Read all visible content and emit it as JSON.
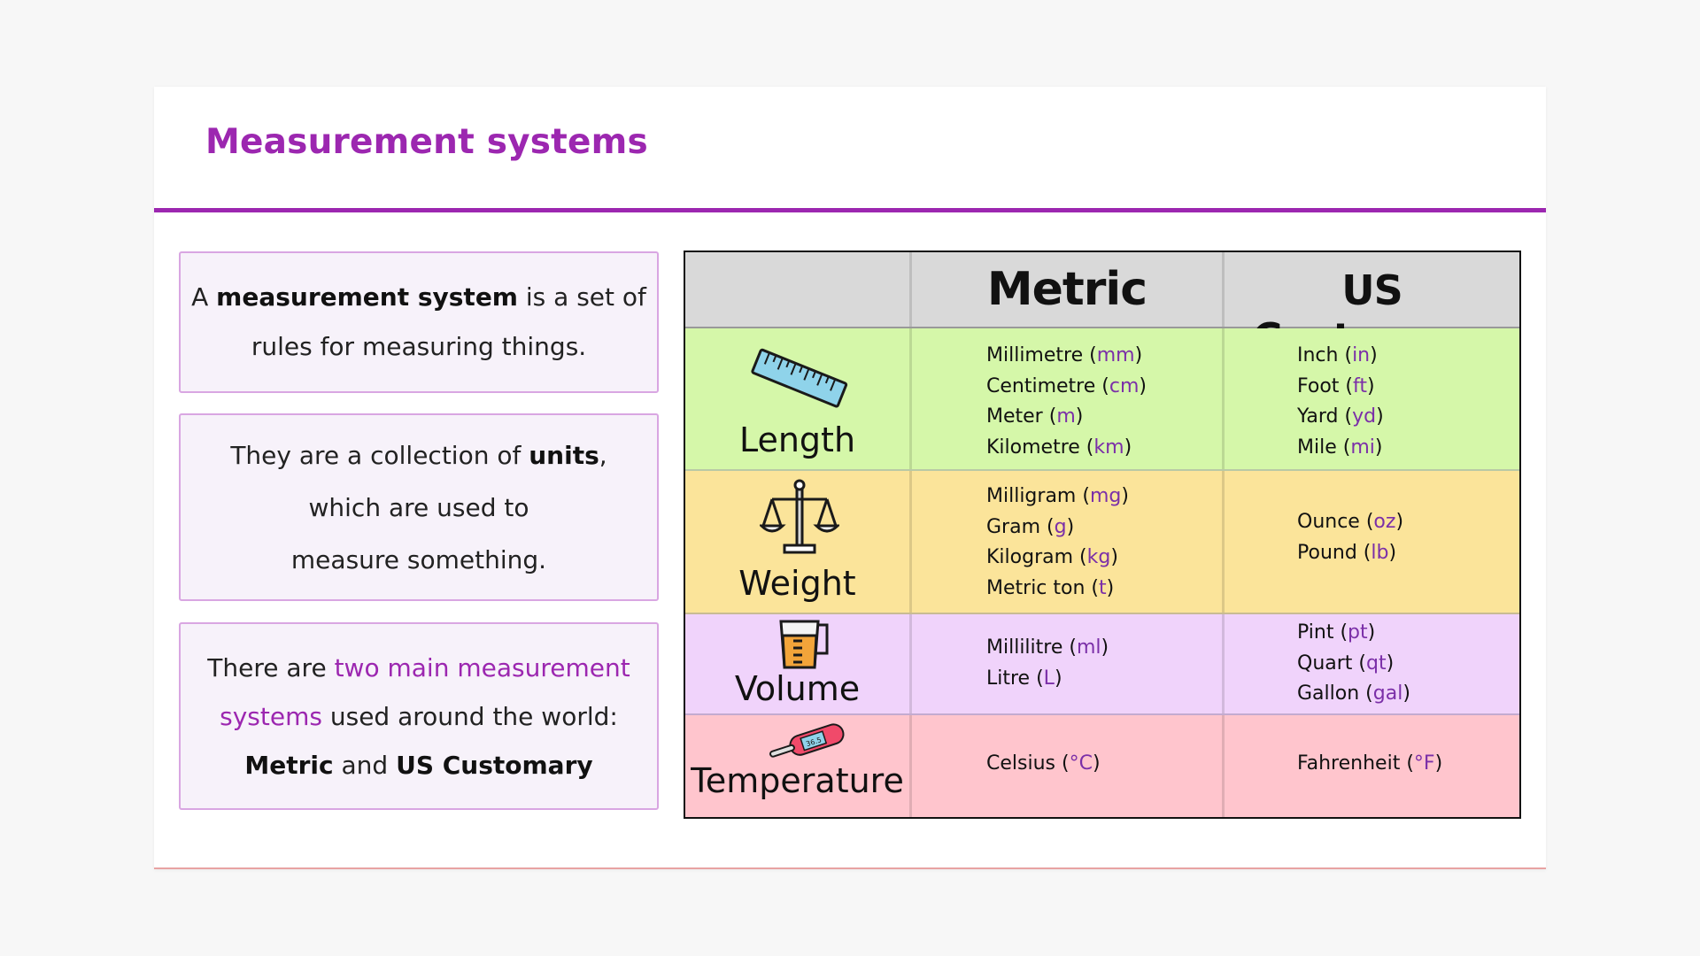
{
  "title": "Measurement systems",
  "boxes": {
    "box1": {
      "pre": "A ",
      "bold": "measurement system",
      "post": " is a set of",
      "line2": "rules for measuring things."
    },
    "box2": {
      "pre": "They are a collection of ",
      "bold": "units",
      "post": ",",
      "line2": "which are used to",
      "line3": "measure something."
    },
    "box3": {
      "pre": "There are ",
      "highlight1": "two main measurement",
      "highlight2": "systems",
      "post": " used around the world:",
      "bold1": "Metric",
      "mid": " and ",
      "bold2": "US Customary"
    }
  },
  "table": {
    "headers": {
      "metric": "Metric",
      "us": "US Customary"
    },
    "rows": {
      "length": {
        "label": "Length",
        "icon": "ruler-icon",
        "metric": [
          {
            "name": "Millimetre",
            "abbr": "mm"
          },
          {
            "name": "Centimetre",
            "abbr": "cm"
          },
          {
            "name": "Meter",
            "abbr": "m"
          },
          {
            "name": "Kilometre",
            "abbr": "km"
          }
        ],
        "us": [
          {
            "name": "Inch",
            "abbr": "in"
          },
          {
            "name": "Foot",
            "abbr": "ft"
          },
          {
            "name": "Yard",
            "abbr": "yd"
          },
          {
            "name": "Mile",
            "abbr": "mi"
          }
        ]
      },
      "weight": {
        "label": "Weight",
        "icon": "scales-icon",
        "metric": [
          {
            "name": "Milligram",
            "abbr": "mg"
          },
          {
            "name": "Gram",
            "abbr": "g"
          },
          {
            "name": "Kilogram",
            "abbr": "kg"
          },
          {
            "name": "Metric ton",
            "abbr": "t"
          }
        ],
        "us": [
          {
            "name": "Ounce",
            "abbr": "oz"
          },
          {
            "name": "Pound",
            "abbr": "lb"
          }
        ]
      },
      "volume": {
        "label": "Volume",
        "icon": "measuring-jug-icon",
        "metric": [
          {
            "name": "Millilitre",
            "abbr": "ml"
          },
          {
            "name": "Litre",
            "abbr": "L"
          }
        ],
        "us": [
          {
            "name": "Pint",
            "abbr": "pt"
          },
          {
            "name": "Quart",
            "abbr": "qt"
          },
          {
            "name": "Gallon",
            "abbr": "gal"
          }
        ]
      },
      "temperature": {
        "label": "Temperature",
        "icon": "thermometer-icon",
        "thermo_reading": "36.5",
        "metric": [
          {
            "name": "Celsius",
            "abbr": "°C"
          }
        ],
        "us": [
          {
            "name": "Fahrenheit",
            "abbr": "°F"
          }
        ]
      }
    }
  },
  "colors": {
    "accent": "#9c27b0",
    "length_row": "#d5f7a9",
    "weight_row": "#fbe49a",
    "volume_row": "#f0d3fb",
    "temperature_row": "#ffc5cd",
    "header_row": "#d9d9d9"
  }
}
